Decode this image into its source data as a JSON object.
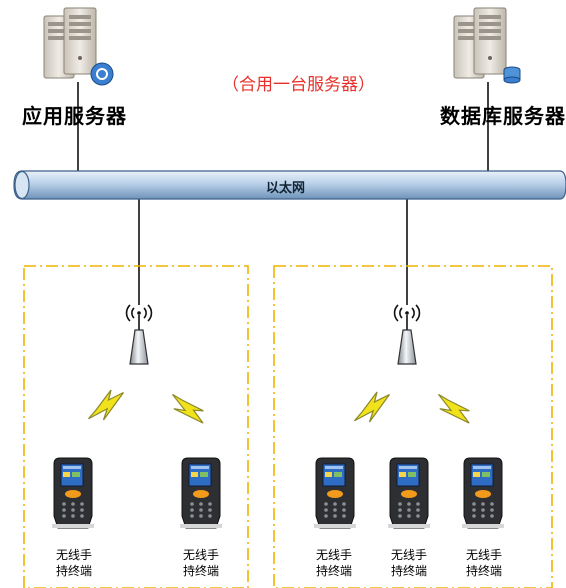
{
  "servers": {
    "app_server": {
      "label": "应用服务器",
      "icon": "app-server-icon"
    },
    "db_server": {
      "label": "数据库服务器",
      "icon": "database-server-icon"
    }
  },
  "note": "（合用一台服务器）",
  "network": {
    "label": "以太网"
  },
  "zones": [
    {
      "access_point_icon": "wireless-access-point-icon",
      "devices": [
        {
          "label_line1": "无线手",
          "label_line2": "持终端"
        },
        {
          "label_line1": "无线手",
          "label_line2": "持终端"
        }
      ]
    },
    {
      "access_point_icon": "wireless-access-point-icon",
      "devices": [
        {
          "label_line1": "无线手",
          "label_line2": "持终端"
        },
        {
          "label_line1": "无线手",
          "label_line2": "持终端"
        },
        {
          "label_line1": "无线手",
          "label_line2": "持终端"
        }
      ]
    }
  ],
  "colors": {
    "note_red": "#e8312c",
    "zone_border": "#f0b400",
    "bus_fill": "#bcd3ea",
    "lightning": "#f2e21c"
  }
}
